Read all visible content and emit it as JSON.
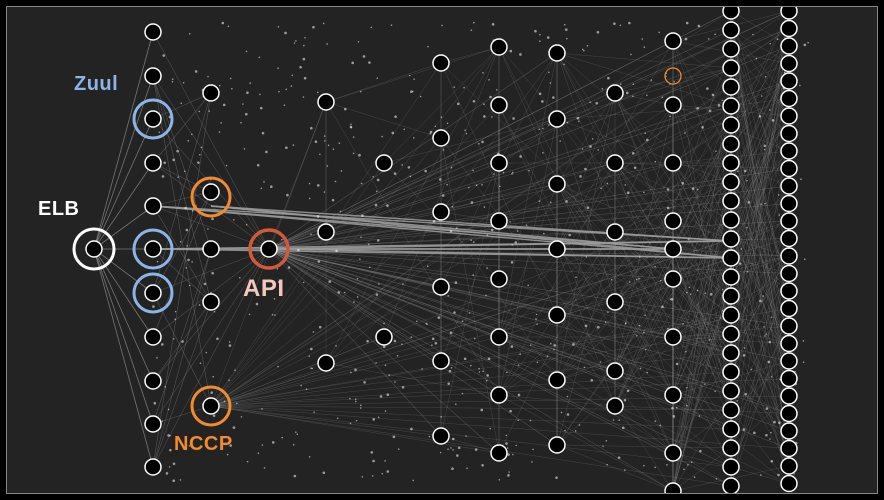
{
  "labels": {
    "elb": {
      "text": "ELB",
      "color": "#ffffff"
    },
    "zuul": {
      "text": "Zuul",
      "color": "#8cb4e8"
    },
    "api": {
      "text": "API",
      "color": "#f4c7bd"
    },
    "nccp": {
      "text": "NCCP",
      "color": "#f28a2e"
    }
  },
  "colors": {
    "background": "#232323",
    "node_stroke": "#ffffff",
    "node_fill": "#000000",
    "edge": "#9a9a9a",
    "zuul_ring": "#8cb4e8",
    "api_ring": "#d05a3a",
    "nccp_ring": "#f28a2e"
  }
}
